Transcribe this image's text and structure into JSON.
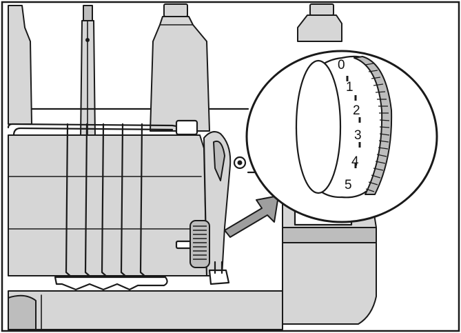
{
  "dial": {
    "marks": [
      "0",
      "1",
      "2",
      "3",
      "4",
      "5"
    ]
  },
  "colors": {
    "line": "#1a1a1a",
    "light_gray": "#d6d6d6",
    "mid_gray": "#bdbdbd",
    "dark_gray": "#9e9e9e",
    "background": "#ffffff"
  }
}
